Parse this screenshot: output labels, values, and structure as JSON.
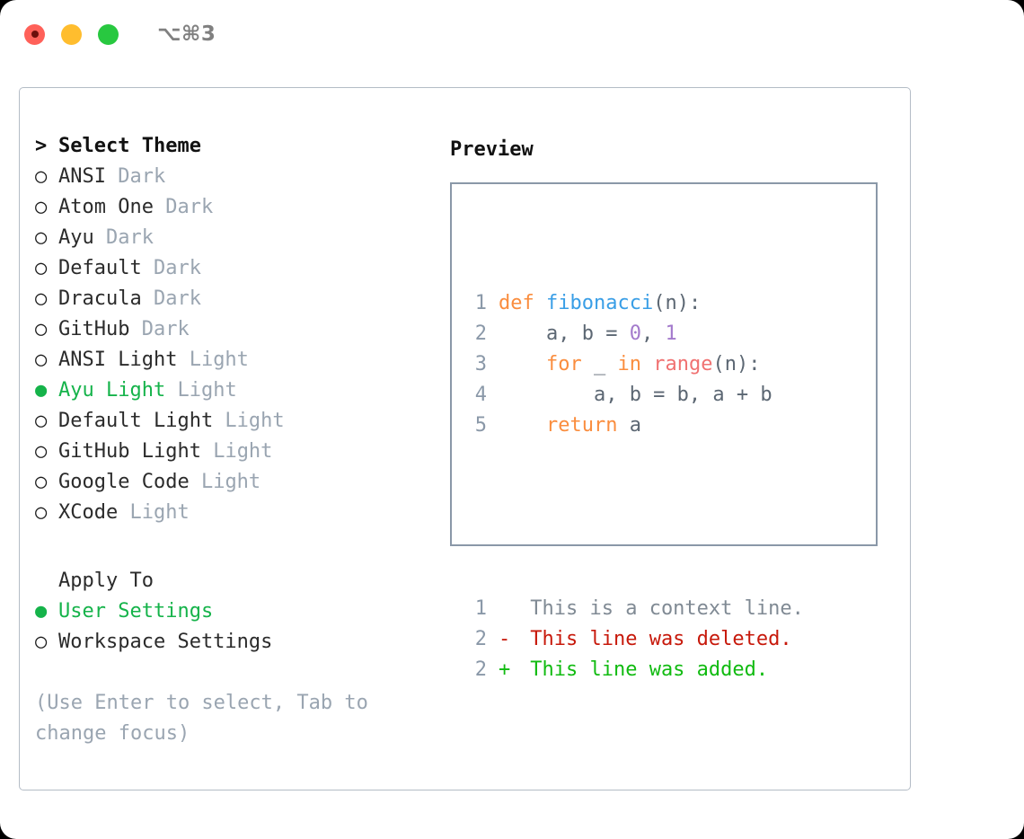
{
  "titlebar": {
    "shortcut": "⌥⌘3",
    "buttons": [
      {
        "name": "close",
        "color": "#ff6159"
      },
      {
        "name": "minimize",
        "color": "#ffbd2e"
      },
      {
        "name": "maximize",
        "color": "#28c840"
      }
    ]
  },
  "theme_picker": {
    "header_marker": ">",
    "header": "Select Theme",
    "unselected_marker": "○",
    "selected_marker": "●",
    "selected_color": "#15b34a",
    "items": [
      {
        "marker": "○",
        "label": "ANSI",
        "suffix": "Dark",
        "selected": false
      },
      {
        "marker": "○",
        "label": "Atom One",
        "suffix": "Dark",
        "selected": false
      },
      {
        "marker": "○",
        "label": "Ayu",
        "suffix": "Dark",
        "selected": false
      },
      {
        "marker": "○",
        "label": "Default",
        "suffix": "Dark",
        "selected": false
      },
      {
        "marker": "○",
        "label": "Dracula",
        "suffix": "Dark",
        "selected": false
      },
      {
        "marker": "○",
        "label": "GitHub",
        "suffix": "Dark",
        "selected": false
      },
      {
        "marker": "○",
        "label": "ANSI Light",
        "suffix": "Light",
        "selected": false
      },
      {
        "marker": "●",
        "label": "Ayu Light",
        "suffix": "Light",
        "selected": true
      },
      {
        "marker": "○",
        "label": "Default Light",
        "suffix": "Light",
        "selected": false
      },
      {
        "marker": "○",
        "label": "GitHub Light",
        "suffix": "Light",
        "selected": false
      },
      {
        "marker": "○",
        "label": "Google Code",
        "suffix": "Light",
        "selected": false
      },
      {
        "marker": "○",
        "label": "XCode",
        "suffix": "Light",
        "selected": false
      }
    ]
  },
  "apply_to": {
    "header": "Apply To",
    "items": [
      {
        "marker": "●",
        "label": "User Settings",
        "selected": true
      },
      {
        "marker": "○",
        "label": "Workspace Settings",
        "selected": false
      }
    ]
  },
  "hint": "(Use Enter to select, Tab to change focus)",
  "preview": {
    "title": "Preview",
    "code_lines": [
      {
        "lineno": "1",
        "tokens": [
          {
            "text": "def ",
            "cls": "tok-kw"
          },
          {
            "text": "fibonacci",
            "cls": "tok-fn"
          },
          {
            "text": "(n):",
            "cls": "tok-txt"
          }
        ]
      },
      {
        "lineno": "2",
        "tokens": [
          {
            "text": "    a, b = ",
            "cls": "tok-txt"
          },
          {
            "text": "0",
            "cls": "tok-num"
          },
          {
            "text": ", ",
            "cls": "tok-txt"
          },
          {
            "text": "1",
            "cls": "tok-num"
          }
        ]
      },
      {
        "lineno": "3",
        "tokens": [
          {
            "text": "    ",
            "cls": "tok-txt"
          },
          {
            "text": "for",
            "cls": "tok-kw"
          },
          {
            "text": " _ ",
            "cls": "tok-txt"
          },
          {
            "text": "in",
            "cls": "tok-kw"
          },
          {
            "text": " ",
            "cls": "tok-txt"
          },
          {
            "text": "range",
            "cls": "tok-built"
          },
          {
            "text": "(n):",
            "cls": "tok-txt"
          }
        ]
      },
      {
        "lineno": "4",
        "tokens": [
          {
            "text": "        a, b = b, a + b",
            "cls": "tok-txt"
          }
        ]
      },
      {
        "lineno": "5",
        "tokens": [
          {
            "text": "    ",
            "cls": "tok-txt"
          },
          {
            "text": "return",
            "cls": "tok-kw"
          },
          {
            "text": " a",
            "cls": "tok-txt"
          }
        ]
      }
    ],
    "diff_lines": [
      {
        "lineno": "1",
        "sign": " ",
        "text": " This is a context line.",
        "cls": "diff-ctx"
      },
      {
        "lineno": "2",
        "sign": "-",
        "text": " This line was deleted.",
        "cls": "diff-del"
      },
      {
        "lineno": "2",
        "sign": "+",
        "text": " This line was added.",
        "cls": "diff-add"
      }
    ]
  }
}
